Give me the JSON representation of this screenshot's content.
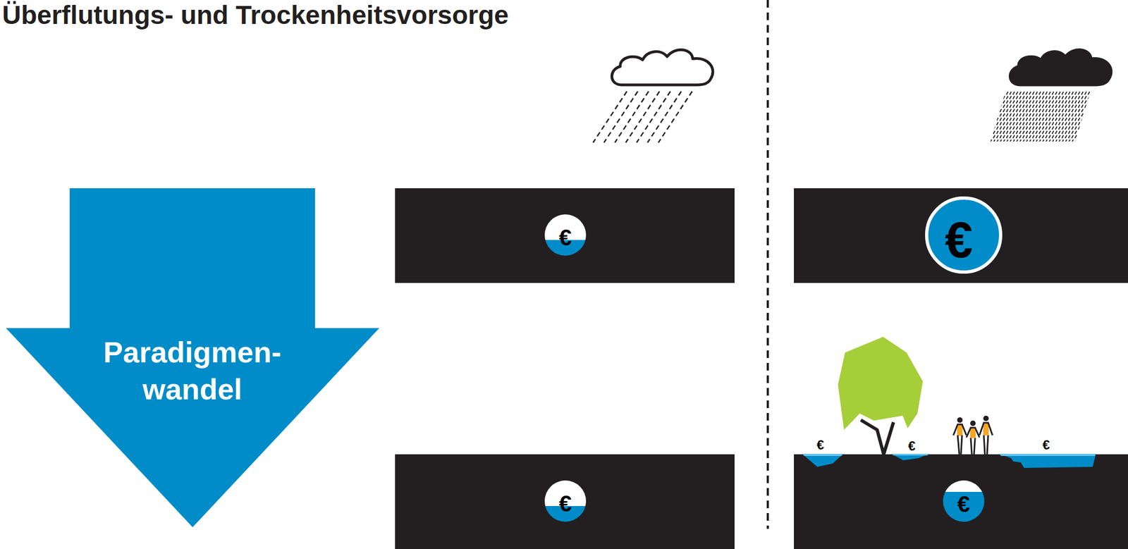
{
  "diagram": {
    "title": "Überflutungs- und Trockenheitsvorsorge",
    "nodes": [
      {
        "text": [
          "Paradigmen- wandel"
        ]
      },
      {
        "text": [
          "€"
        ]
      },
      {
        "text": [
          "€"
        ]
      },
      {
        "text": [
          "€"
        ]
      },
      {
        "text": [
          "€"
        ]
      }
    ],
    "labels": [
      "€",
      "€",
      "€"
    ]
  }
}
